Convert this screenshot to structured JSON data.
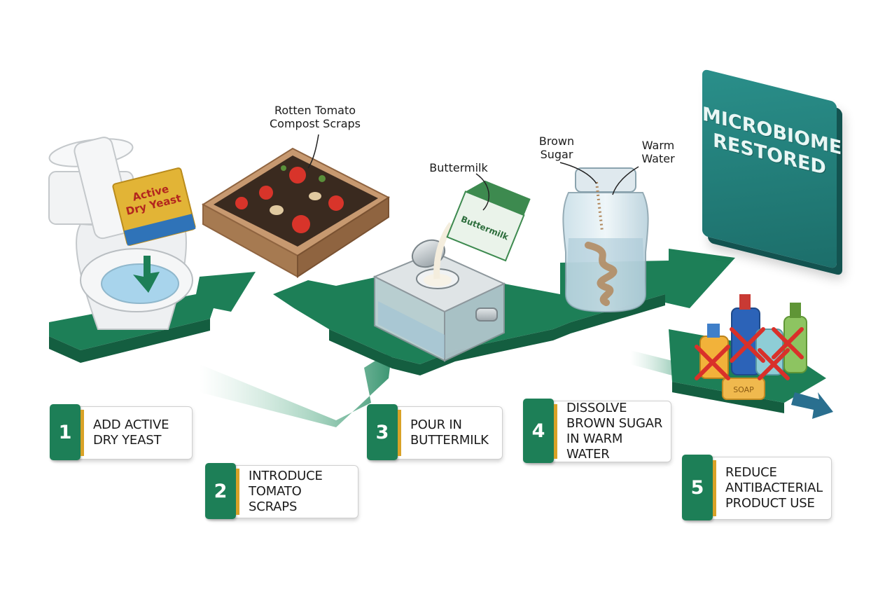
{
  "steps": [
    {
      "number": "1",
      "text": "ADD ACTIVE\nDRY YEAST"
    },
    {
      "number": "2",
      "text": "INTRODUCE\nTOMATO SCRAPS"
    },
    {
      "number": "3",
      "text": "POUR IN\nBUTTERMILK"
    },
    {
      "number": "4",
      "text": "DISSOLVE\nBROWN SUGAR\nIN WARM WATER"
    },
    {
      "number": "5",
      "text": "REDUCE\nANTIBACTERIAL\nPRODUCT USE"
    }
  ],
  "labels": {
    "compost": "Rotten Tomato\nCompost Scraps",
    "buttermilk": "Buttermilk",
    "brown_sugar": "Brown\nSugar",
    "warm_water": "Warm\nWater"
  },
  "packets": {
    "yeast": "Active\nDry Yeast",
    "carton": "Buttermilk",
    "soap": "SOAP"
  },
  "result": "MICROBIOME\nRESTORED",
  "colors": {
    "path_green": "#1d7f57",
    "path_dark": "#145e40",
    "badge_accent": "#d9a227",
    "sign_teal": "#23807c",
    "cross_red": "#d9302a"
  },
  "icons": [
    "toilet-icon",
    "compost-box-icon",
    "septic-tank-icon",
    "jar-icon",
    "cleaning-bottles-icon"
  ]
}
